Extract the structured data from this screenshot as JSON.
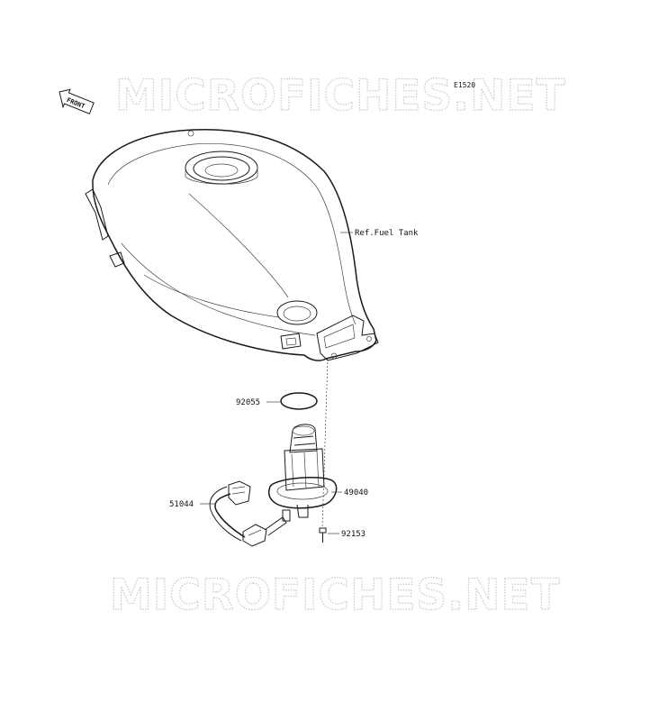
{
  "watermark": {
    "top_text": "MICROFICHES.NET",
    "bottom_text": "MICROFICHES.NET"
  },
  "diagram_code": "E1520",
  "front_badge": "FRONT",
  "parts": {
    "ref_fuel_tank": "Ref.Fuel Tank",
    "gasket": "92055",
    "fuel_pump": "49040",
    "bolt": "92153",
    "hose": "51044"
  }
}
